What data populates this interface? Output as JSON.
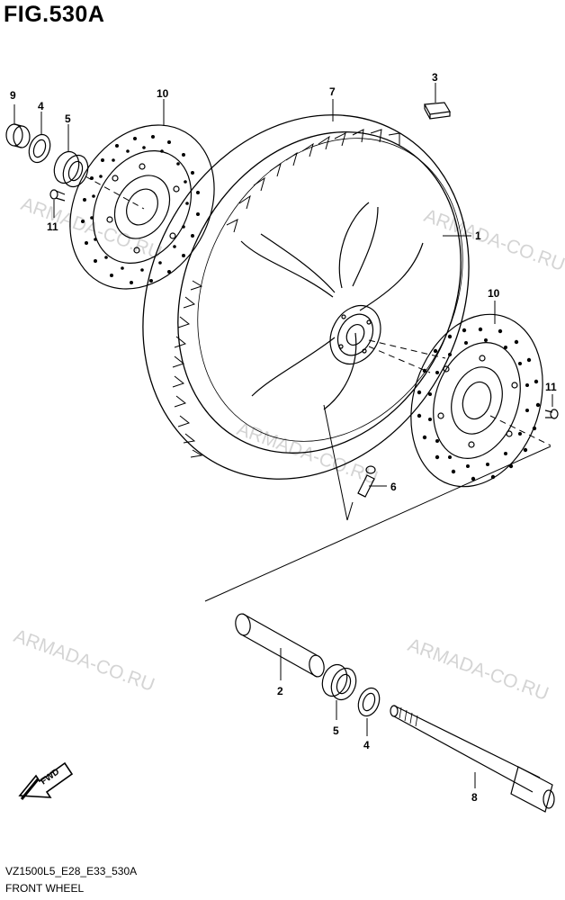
{
  "figure": {
    "title": "FIG.530A",
    "code": "VZ1500L5_E28_E33_530A",
    "name": "FRONT WHEEL"
  },
  "watermark": "ARMADA-CO.RU",
  "direction_badge": "FWD",
  "callouts": {
    "c1": "1",
    "c2": "2",
    "c3": "3",
    "c4_top": "4",
    "c4_bottom": "4",
    "c5_top": "5",
    "c5_bottom": "5",
    "c6": "6",
    "c7": "7",
    "c8": "8",
    "c9": "9",
    "c10_left": "10",
    "c10_right": "10",
    "c11_left": "11",
    "c11_right": "11"
  },
  "colors": {
    "line": "#000000",
    "watermark": "#d4d4d4",
    "background": "#ffffff"
  }
}
